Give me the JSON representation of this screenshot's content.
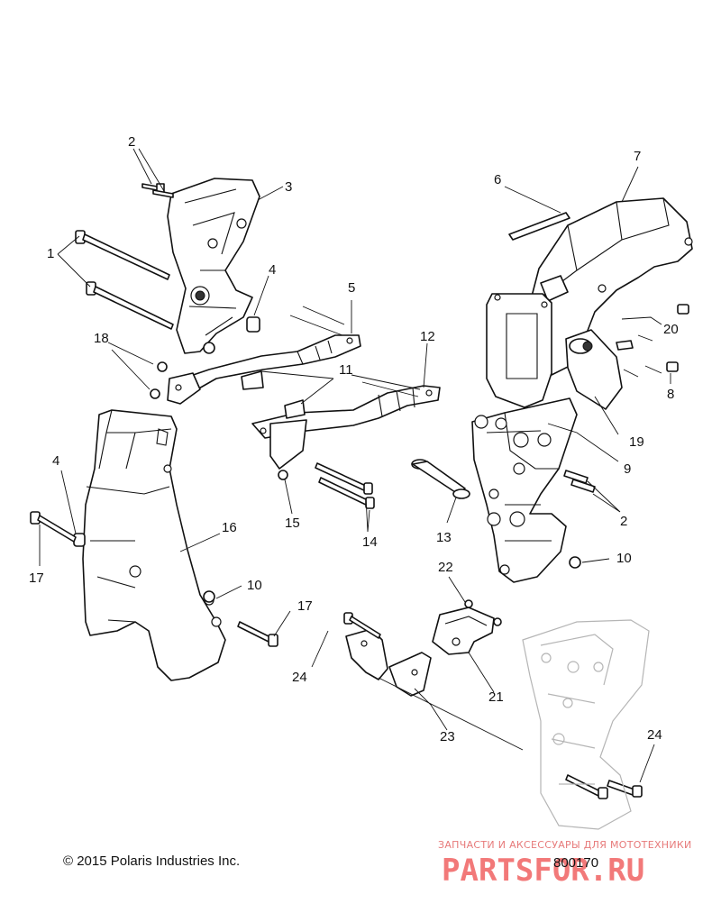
{
  "callouts": [
    "1",
    "2",
    "3",
    "4",
    "5",
    "6",
    "7",
    "8",
    "9",
    "10",
    "11",
    "12",
    "13",
    "14",
    "15",
    "16",
    "17",
    "18",
    "19",
    "20",
    "21",
    "22",
    "23",
    "24"
  ],
  "footer": {
    "copyright": "© 2015 Polaris Industries Inc.",
    "diagram_number": "800170"
  },
  "watermark": {
    "tagline": "ЗАПЧАСТИ И АКСЕССУАРЫ ДЛЯ МОТОТЕХНИКИ",
    "brand": "PARTSFOR.RU"
  }
}
